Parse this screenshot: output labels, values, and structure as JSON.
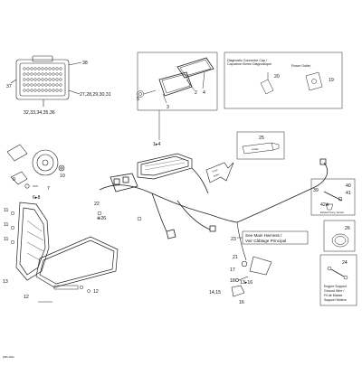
{
  "callouts": {
    "n38": "38",
    "n37": "37",
    "n27_31": "27,28,29,30,31",
    "n32_36": "32,33,34,35,36",
    "n2": "2",
    "n5": "5",
    "n4": "4",
    "n3": "3",
    "n1_4": "1",
    "n20": "20",
    "n19": "19",
    "n25": "25",
    "n9": "9",
    "n10": "10",
    "n7": "7",
    "n6_8": "6",
    "n22": "22",
    "n26a": "26",
    "n11a": "11",
    "n11b": "11",
    "n11c": "11",
    "n13": "13",
    "n12a": "12",
    "n12b": "12",
    "n23": "23",
    "n21": "21",
    "n17": "17",
    "n18": "18",
    "n13_16": "13",
    "n14_15": "14,15",
    "n16": "16",
    "n39": "39",
    "n40": "40",
    "n41": "41",
    "n42": "42",
    "n26b": "26",
    "n24": "24"
  },
  "labels": {
    "diag_cap": "Diagnostic Connector Cap /",
    "diag_cap2": "Capuchon Borne Diagnostique",
    "power_outlet": "Power Outlet",
    "front": "Front",
    "avant": "Avant",
    "see_harness": "See Main Harness /",
    "voir_cablage": "Voir Câblage Principal",
    "exhaust_temp": "Exhaust Temp. Sensor",
    "eng_support1": "Engine Support",
    "eng_support2": "Ground Wire /",
    "eng_support3": "Fil de Masse",
    "eng_support4": "Support Moteur",
    "tube_text": "Loctite",
    "page_code": "PWC-0001"
  },
  "colors": {
    "line": "#222222",
    "bg": "#ffffff",
    "grey": "#888888"
  }
}
